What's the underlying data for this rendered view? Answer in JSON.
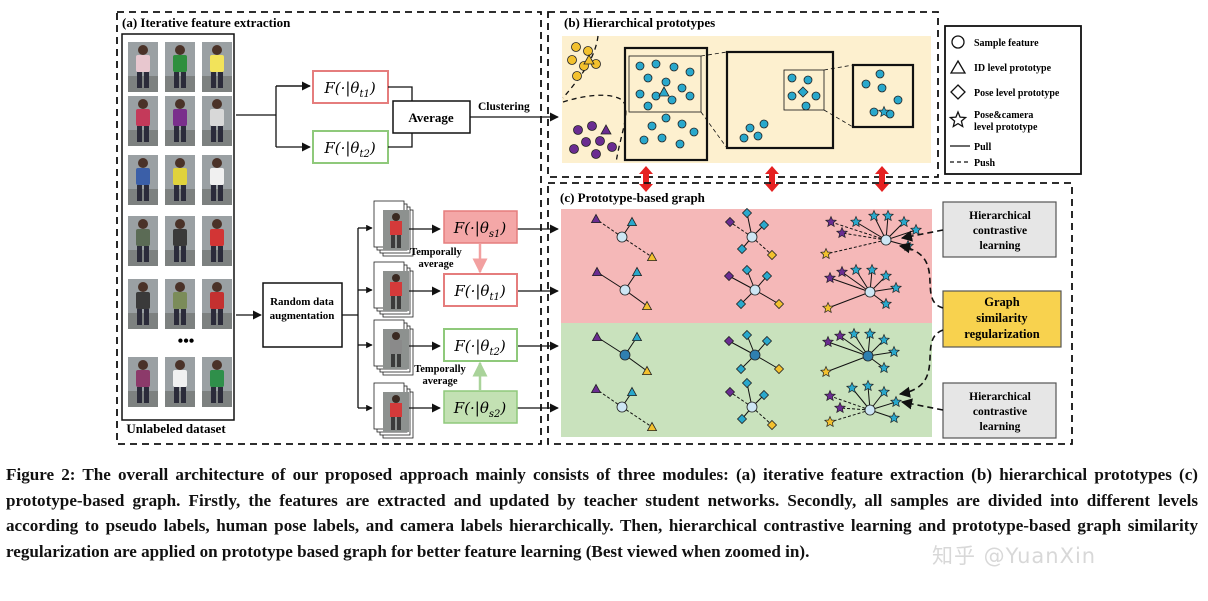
{
  "panel_a": {
    "title": "(a) Iterative feature extraction",
    "dataset_label": "Unlabeled dataset",
    "ellipsis": "•••",
    "teacher_t1": "F(·|θt1)",
    "teacher_t2": "F(·|θt2)",
    "average": "Average",
    "clustering": "Clustering",
    "augmentation": [
      "Random data",
      "augmentation"
    ],
    "student_s1": "F(·|θs1)",
    "student_s2": "F(·|θs2)",
    "temporally_average": [
      "Temporally",
      "average"
    ]
  },
  "panel_b": {
    "title": "(b) Hierarchical prototypes"
  },
  "legend": {
    "sample_feature": "Sample feature",
    "id_level": "ID level prototype",
    "pose_level": "Pose level prototype",
    "pose_camera_level": [
      "Pose&camera",
      "level prototype"
    ],
    "pull": "Pull",
    "push": "Push"
  },
  "panel_c": {
    "title": "(c) Prototype-based graph",
    "contrastive_learning": [
      "Hierarchical",
      "contrastive",
      "learning"
    ],
    "regularization": [
      "Graph",
      "similarity",
      "regularization"
    ]
  },
  "caption": "Figure 2: The overall architecture of our proposed approach mainly consists of three modules: (a) iterative feature extraction (b) hierarchical prototypes (c) prototype-based graph. Firstly, the features are extracted and updated by teacher student networks. Secondly, all samples are divided into different levels according to pseudo labels, human pose labels, and camera labels hierarchically. Then, hierarchical contrastive learning and prototype-based graph similarity regularization are applied on prototype based graph for better feature learning (Best viewed when zoomed in).",
  "watermark": "知乎 @YuanXin",
  "colors": {
    "cyan": "#29a8cc",
    "purple": "#6a2c91",
    "yellow": "#f3c12e",
    "red_band": "#f5b8b8",
    "green_band": "#c9e2bd",
    "cream": "#fdf0cf",
    "arrow_red": "#e52121"
  }
}
